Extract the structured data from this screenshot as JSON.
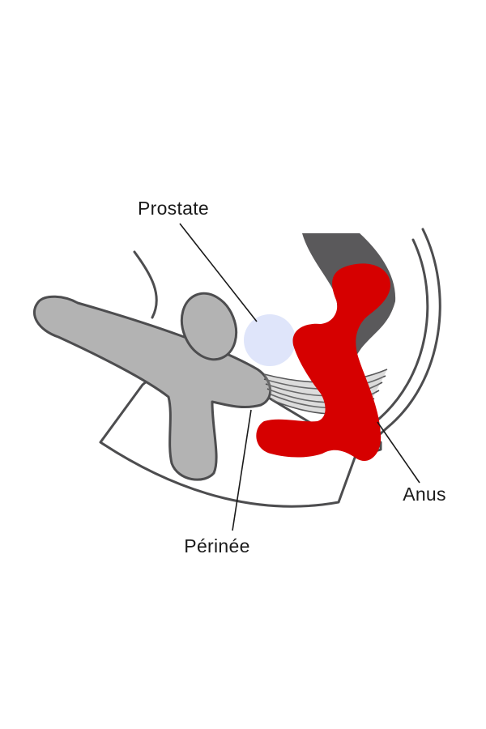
{
  "diagram": {
    "labels": {
      "prostate": "Prostate",
      "perineum": "Périnée",
      "anus": "Anus"
    },
    "colors": {
      "background": "#ffffff",
      "outline": "#4d4d4f",
      "penis": "#b3b3b3",
      "prostate": "#dfe5fa",
      "rectum": "#d60000",
      "sacrum": "#5a595b",
      "muscle": "#9a9a9a",
      "pointer": "#1a1a1a"
    }
  }
}
